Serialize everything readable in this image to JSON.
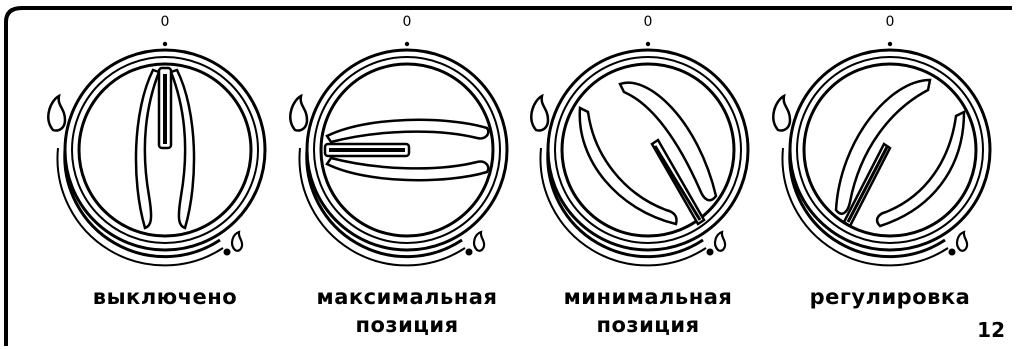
{
  "zero_mark": "0",
  "knobs": [
    {
      "id": "off",
      "label_line1": "выключено",
      "label_line2": ""
    },
    {
      "id": "max",
      "label_line1": "максимальная",
      "label_line2": "позиция"
    },
    {
      "id": "min",
      "label_line1": "минимальная",
      "label_line2": "позиция"
    },
    {
      "id": "adj",
      "label_line1": "регулировка",
      "label_line2": ""
    }
  ],
  "page_number": "12",
  "icons": [
    "large-flame-icon",
    "small-flame-icon"
  ],
  "colors": {
    "ink": "#000000",
    "background": "#ffffff"
  }
}
